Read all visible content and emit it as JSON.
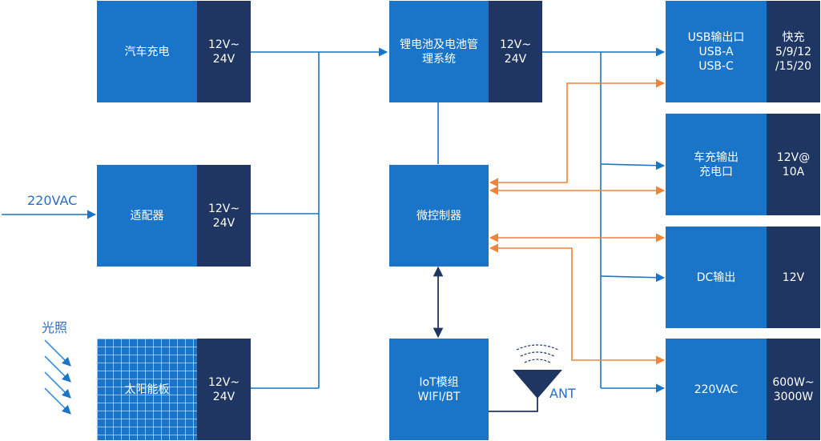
{
  "blocks": {
    "car_charge": {
      "name": "汽车充电",
      "spec": "12V~\n24V"
    },
    "adapter": {
      "name": "适配器",
      "spec": "12V~\n24V"
    },
    "solar": {
      "name": "太阳能板",
      "spec": "12V~\n24V"
    },
    "battery": {
      "name": "锂电池及电池管\n理系统",
      "spec": "12V~\n24V"
    },
    "mcu": {
      "name": "微控制器"
    },
    "iot": {
      "name": "IoT模组\nWIFI/BT"
    },
    "usb": {
      "name": "USB输出口\nUSB-A\nUSB-C",
      "spec": "快充\n5/9/12\n/15/20"
    },
    "car_out": {
      "name": "车充输出\n充电口",
      "spec": "12V@\n10A"
    },
    "dc_out": {
      "name": "DC输出",
      "spec": "12V"
    },
    "ac_out": {
      "name": "220VAC",
      "spec": "600W~\n3000W"
    }
  },
  "labels": {
    "input_ac": "220VAC",
    "sunlight": "光照",
    "antenna": "ANT"
  },
  "colors": {
    "block_light": "#1a74c8",
    "block_dark": "#1f3663",
    "power_line": "#1a74c8",
    "signal_line": "#f0843a",
    "link_line": "#1f3663"
  }
}
